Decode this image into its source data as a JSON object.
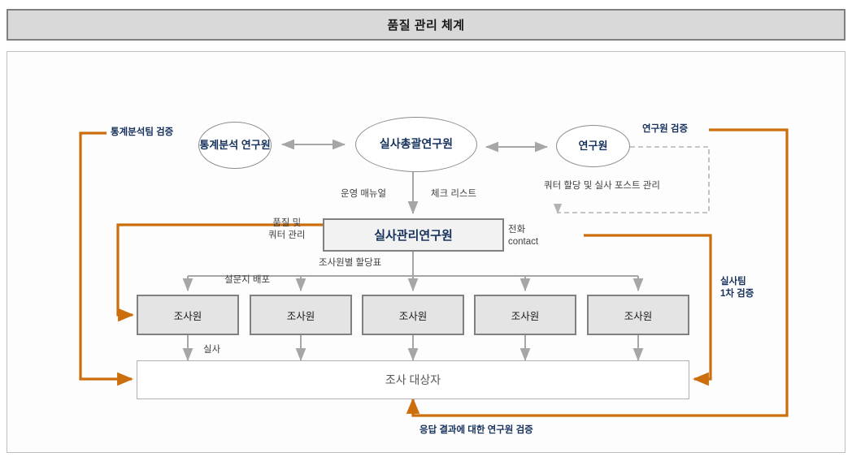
{
  "header": {
    "title": "품질 관리 체계"
  },
  "diagram": {
    "type": "flowchart",
    "nodes": {
      "stat_researcher": {
        "label": "통계분석\n연구원",
        "shape": "ellipse"
      },
      "field_director": {
        "label": "실사총괄연구원",
        "shape": "ellipse"
      },
      "researcher": {
        "label": "연구원",
        "shape": "ellipse"
      },
      "field_manager": {
        "label": "실사관리연구원",
        "shape": "rect"
      },
      "respondent": {
        "label": "조사 대상자",
        "shape": "rect"
      },
      "surveyors": [
        {
          "label": "조사원"
        },
        {
          "label": "조사원"
        },
        {
          "label": "조사원"
        },
        {
          "label": "조사원"
        },
        {
          "label": "조사원"
        }
      ]
    },
    "labels": {
      "stat_team_verification": "통계분석팀 검증",
      "researcher_verification": "연구원 검증",
      "operation_manual": "운영 매뉴얼",
      "check_list": "체크 리스트",
      "quota_allocation": "쿼터 할당 및 실사 포스트 관리",
      "quality_quota": "품질 및\n쿼터 관리",
      "phone_contact": "전화\ncontact",
      "assignment_table": "조사원별 할당표",
      "questionnaire_distribution": "설문지 배포",
      "field_survey": "실사",
      "field_team_first_verification": "실사팀\n1차 검증",
      "response_result_verification": "응답 결과에 대한 연구원 검증"
    },
    "colors": {
      "accent_orange": "#cc6e0b",
      "connector_gray": "#a6a6a6",
      "dashed_gray": "#b3b3b3",
      "title_bar_fill": "#d9d9d9",
      "title_bar_border": "#808080",
      "node_fill_gray": "#e4e4e4",
      "manager_fill": "#f2f2f2",
      "text_navy": "#16325c"
    }
  }
}
